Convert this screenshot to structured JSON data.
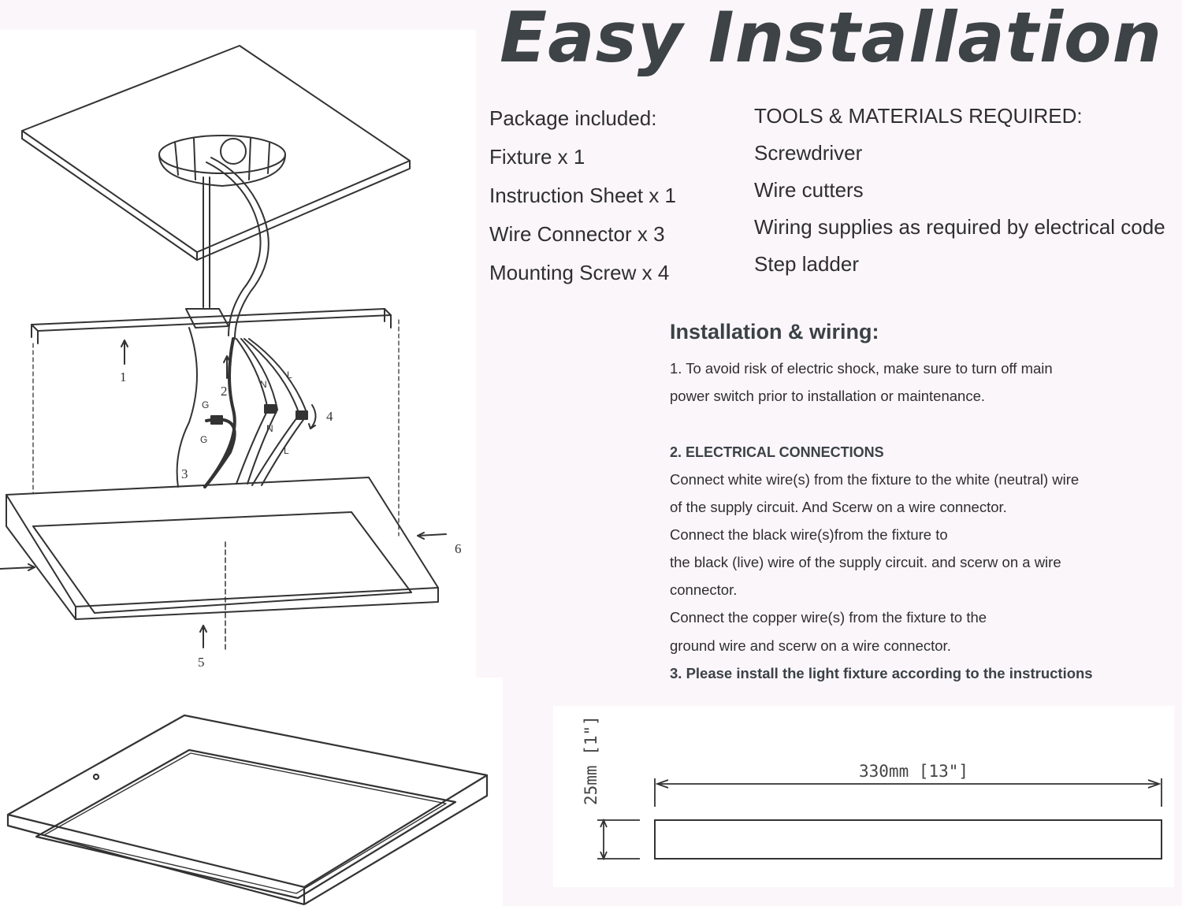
{
  "title": "Easy Installation",
  "package": {
    "heading": "Package included:",
    "items": [
      "Fixture x 1",
      "Instruction Sheet x 1",
      "Wire Connector x 3",
      "Mounting Screw x 4"
    ]
  },
  "tools": {
    "heading": "TOOLS & MATERIALS REQUIRED:",
    "items": [
      "Screwdriver",
      "Wire cutters",
      "Wiring supplies as required by electrical code",
      "Step ladder"
    ]
  },
  "installation": {
    "heading": "Installation & wiring:",
    "lines": [
      "1. To avoid risk of electric shock, make sure to turn off main",
      "power switch prior to installation or maintenance.",
      "2. ELECTRICAL CONNECTIONS",
      "Connect white wire(s) from the fixture to the white (neutral) wire",
      "of the supply circuit. And Scerw on a wire connector.",
      "Connect the black wire(s)from the fixture to",
      "the black (live) wire of the supply circuit. and scerw on a wire",
      "connector.",
      "Connect the copper wire(s) from the fixture to the",
      "ground wire and scerw on a wire connector.",
      "3. Please install the light fixture according to the instructions"
    ]
  },
  "diagram": {
    "step_labels": [
      "1",
      "2",
      "3",
      "4",
      "5",
      "6"
    ],
    "wire_labels": {
      "ground": "G",
      "neutral": "N",
      "live": "L"
    }
  },
  "dimensions": {
    "width_label": "330mm [13\"]",
    "height_label": "25mm [1\"]"
  },
  "colors": {
    "title": "#3d4346",
    "line": "#333333",
    "background": "#fbf6fa"
  }
}
